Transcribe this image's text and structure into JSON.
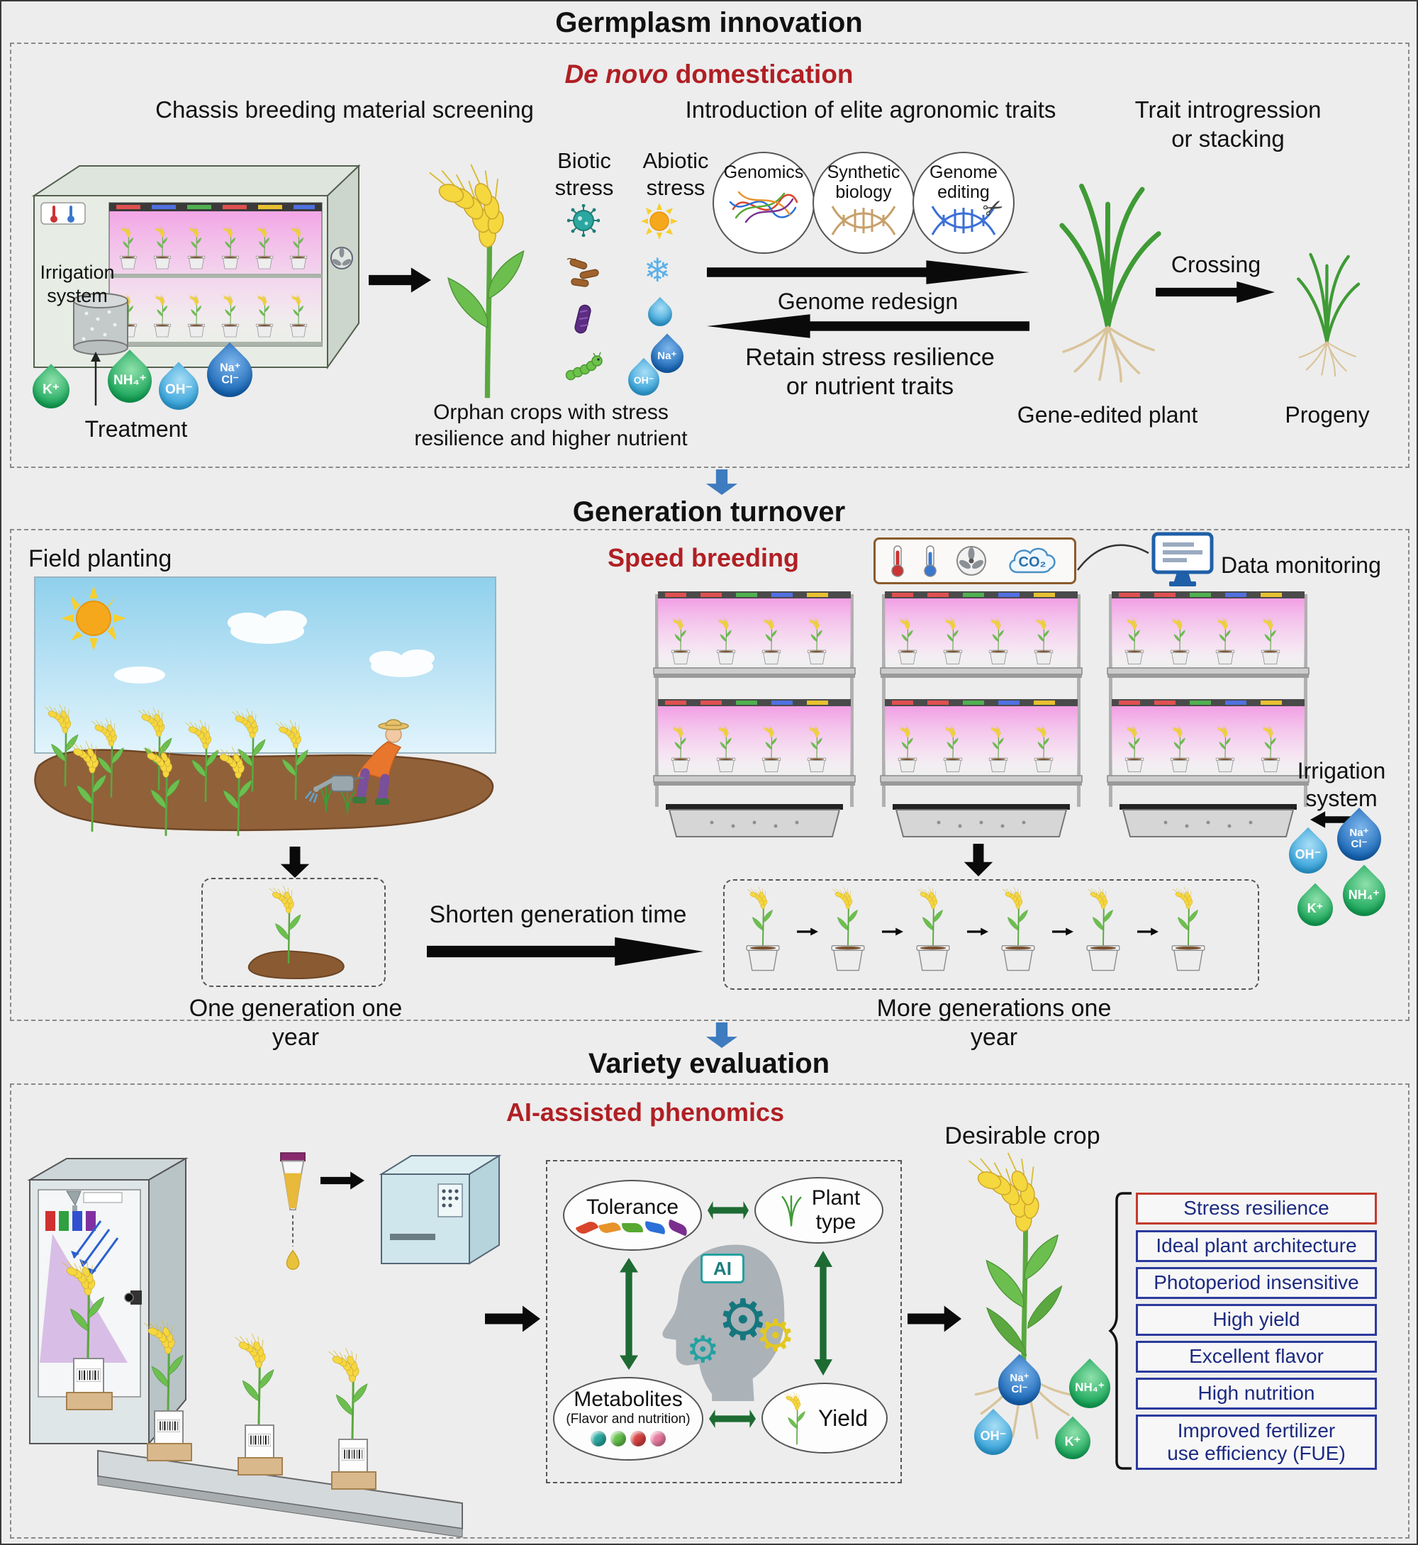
{
  "figure": {
    "s1_title": "Germplasm innovation",
    "s2_title": "Generation turnover",
    "s3_title": "Variety evaluation"
  },
  "s1": {
    "sub_em": "De novo",
    "sub_rest": " domestication",
    "h1": "Chassis breeding material screening",
    "h2": "Introduction of elite agronomic traits",
    "h3a": "Trait introgression",
    "h3b": "or stacking",
    "irrigation_a": "Irrigation",
    "irrigation_b": "system",
    "treatment": "Treatment",
    "biotic_a": "Biotic",
    "biotic_b": "stress",
    "abiotic_a": "Abiotic",
    "abiotic_b": "stress",
    "orphan_a": "Orphan crops with stress",
    "orphan_b": "resilience and higher nutrient",
    "c1": "Genomics",
    "c2a": "Synthetic",
    "c2b": "biology",
    "c3a": "Genome",
    "c3b": "editing",
    "redesign": "Genome redesign",
    "retain_a": "Retain stress resilience",
    "retain_b": "or nutrient traits",
    "gene_edited": "Gene-edited plant",
    "crossing": "Crossing",
    "progeny": "Progeny"
  },
  "s2": {
    "sub": "Speed breeding",
    "field": "Field planting",
    "monitor": "Data monitoring",
    "co2": "CO₂",
    "irrigation_a": "Irrigation",
    "irrigation_b": "system",
    "one_gen": "One generation one year",
    "shorten": "Shorten generation time",
    "more_gen": "More generations one year"
  },
  "s3": {
    "sub": "AI-assisted phenomics",
    "desirable": "Desirable crop",
    "tolerance": "Tolerance",
    "plant_a": "Plant",
    "plant_b": "type",
    "ai": "AI",
    "met_a": "Metabolites",
    "met_b": "(Flavor and nutrition)",
    "yield": "Yield",
    "t1": "Stress resilience",
    "t2": "Ideal plant architecture",
    "t3": "Photoperiod insensitive",
    "t4": "High yield",
    "t5": "Excellent flavor",
    "t6": "High nutrition",
    "t7a": "Improved fertilizer",
    "t7b": "use efficiency (FUE)"
  },
  "ions": {
    "k": "K⁺",
    "nh4": "NH₄⁺",
    "oh": "OH⁻",
    "na": "Na⁺",
    "cl": "Cl⁻"
  },
  "icons": {
    "gear": "⚙",
    "snowflake": "❄",
    "scissors": "✂"
  },
  "colors": {
    "red_heading": "#b01f24",
    "navy_border": "#2b3a9c",
    "red_border": "#c23b2e",
    "green_arrow": "#1d6b33",
    "blue_arrow": "#3e7bbf"
  }
}
